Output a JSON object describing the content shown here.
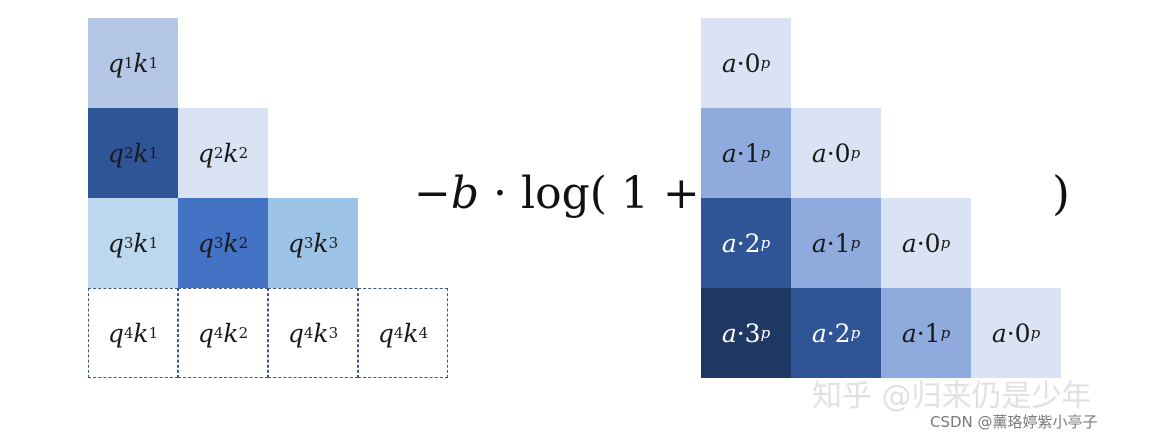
{
  "left_matrix": {
    "rows": [
      [
        {
          "q": "1",
          "k": "1",
          "color": "#b4c7e7"
        }
      ],
      [
        {
          "q": "2",
          "k": "1",
          "color": "#2f5597"
        },
        {
          "q": "2",
          "k": "2",
          "color": "#dae3f3"
        }
      ],
      [
        {
          "q": "3",
          "k": "1",
          "color": "#bdd7ee"
        },
        {
          "q": "3",
          "k": "2",
          "color": "#4472c4"
        },
        {
          "q": "3",
          "k": "3",
          "color": "#9dc3e6"
        }
      ],
      [
        {
          "q": "4",
          "k": "1",
          "color": "dashed"
        },
        {
          "q": "4",
          "k": "2",
          "color": "dashed"
        },
        {
          "q": "4",
          "k": "3",
          "color": "dashed"
        },
        {
          "q": "4",
          "k": "4",
          "color": "dashed"
        }
      ]
    ]
  },
  "equation": {
    "minus": "−",
    "b": "b",
    "dot": " · ",
    "log": "log( 1 +",
    "close_paren": ")"
  },
  "right_matrix": {
    "symbol": "a",
    "exponent": "p",
    "rows": [
      [
        {
          "n": "0",
          "color": "#dae3f3"
        }
      ],
      [
        {
          "n": "1",
          "color": "#8faadc"
        },
        {
          "n": "0",
          "color": "#dae3f3"
        }
      ],
      [
        {
          "n": "2",
          "color": "#2f5597"
        },
        {
          "n": "1",
          "color": "#8faadc"
        },
        {
          "n": "0",
          "color": "#dae3f3"
        }
      ],
      [
        {
          "n": "3",
          "color": "#203864"
        },
        {
          "n": "2",
          "color": "#2f5597"
        },
        {
          "n": "1",
          "color": "#8faadc"
        },
        {
          "n": "0",
          "color": "#dae3f3"
        }
      ]
    ]
  },
  "watermark": {
    "main": "知乎 @归来仍是少年",
    "small": "CSDN @薰珞婷紫小亭子"
  }
}
